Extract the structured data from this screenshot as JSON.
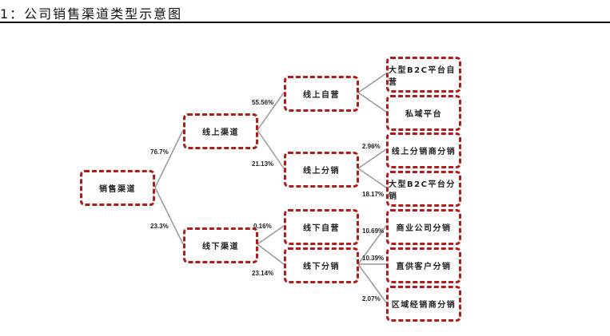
{
  "title": "1：公司销售渠道类型示意图",
  "root": {
    "label": "销售渠道"
  },
  "level1": [
    {
      "label": "线上渠道",
      "share": "76.7%"
    },
    {
      "label": "线下渠道",
      "share": "23.3%"
    }
  ],
  "level2": [
    {
      "label": "线上自营",
      "share": "55.56%"
    },
    {
      "label": "线上分销",
      "share": "21.13%"
    },
    {
      "label": "线下自营",
      "share": "0.16%"
    },
    {
      "label": "线下分销",
      "share": "23.14%"
    }
  ],
  "level3": [
    {
      "label": "大型B2C平台自营",
      "share": ""
    },
    {
      "label": "私域平台",
      "share": ""
    },
    {
      "label": "线上分销商分销",
      "share": "2.96%"
    },
    {
      "label": "大型B2C平台分销",
      "share": "18.17%"
    },
    {
      "label": "商业公司分销",
      "share": "10.69%"
    },
    {
      "label": "直供客户分销",
      "share": "10.39%"
    },
    {
      "label": "区域经销商分销",
      "share": "2.07%"
    }
  ],
  "colors": {
    "box_border": "#b01c1c",
    "connector": "#999999"
  }
}
